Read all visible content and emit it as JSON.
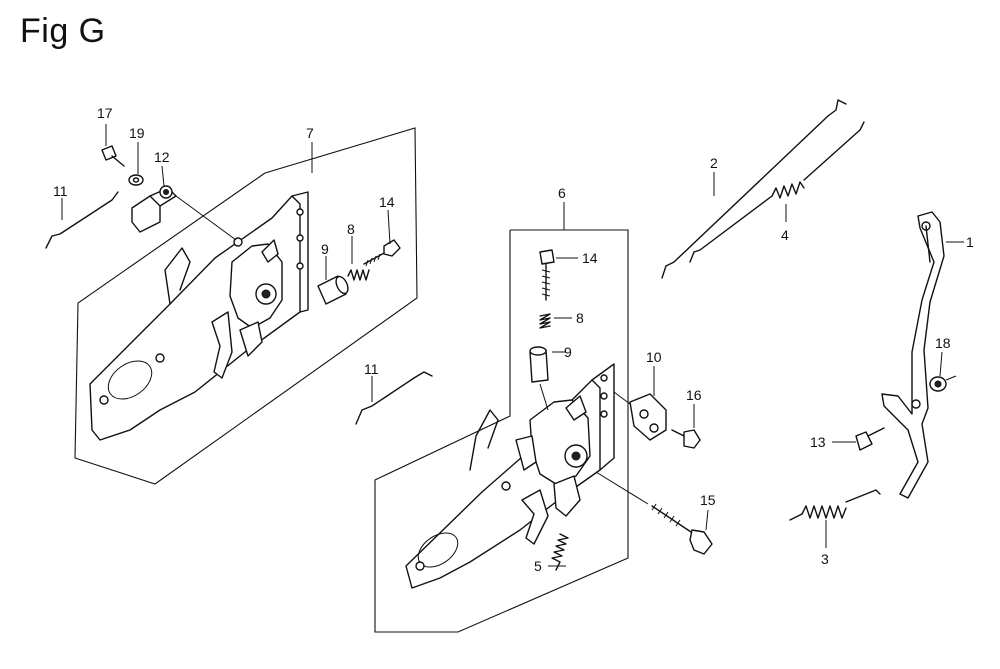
{
  "figure": {
    "title": "Fig G"
  },
  "callouts": {
    "c1": "1",
    "c2": "2",
    "c3": "3",
    "c4": "4",
    "c5": "5",
    "c6": "6",
    "c7": "7",
    "c8a": "8",
    "c8b": "8",
    "c9a": "9",
    "c9b": "9",
    "c10": "10",
    "c11a": "11",
    "c11b": "11",
    "c12": "12",
    "c13": "13",
    "c14a": "14",
    "c14b": "14",
    "c15": "15",
    "c16": "16",
    "c17": "17",
    "c18": "18",
    "c19": "19"
  }
}
